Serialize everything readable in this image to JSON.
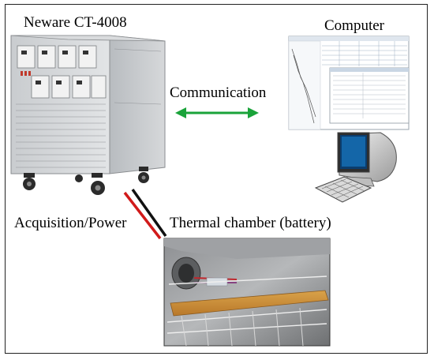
{
  "labels": {
    "cycler": "Neware CT-4008",
    "computer": "Computer",
    "communication": "Communication",
    "acquisition": "Acquisition/Power",
    "chamber": "Thermal chamber (battery)"
  },
  "colors": {
    "arrow": "#1aa33a",
    "cable_red": "#d11a1a",
    "cable_black": "#111111",
    "frame": "#222222"
  },
  "icons": [
    "battery-cycler-cabinet-icon",
    "software-screenshot-icon",
    "crt-monitor-icon",
    "keyboard-icon",
    "thermal-chamber-photo"
  ]
}
